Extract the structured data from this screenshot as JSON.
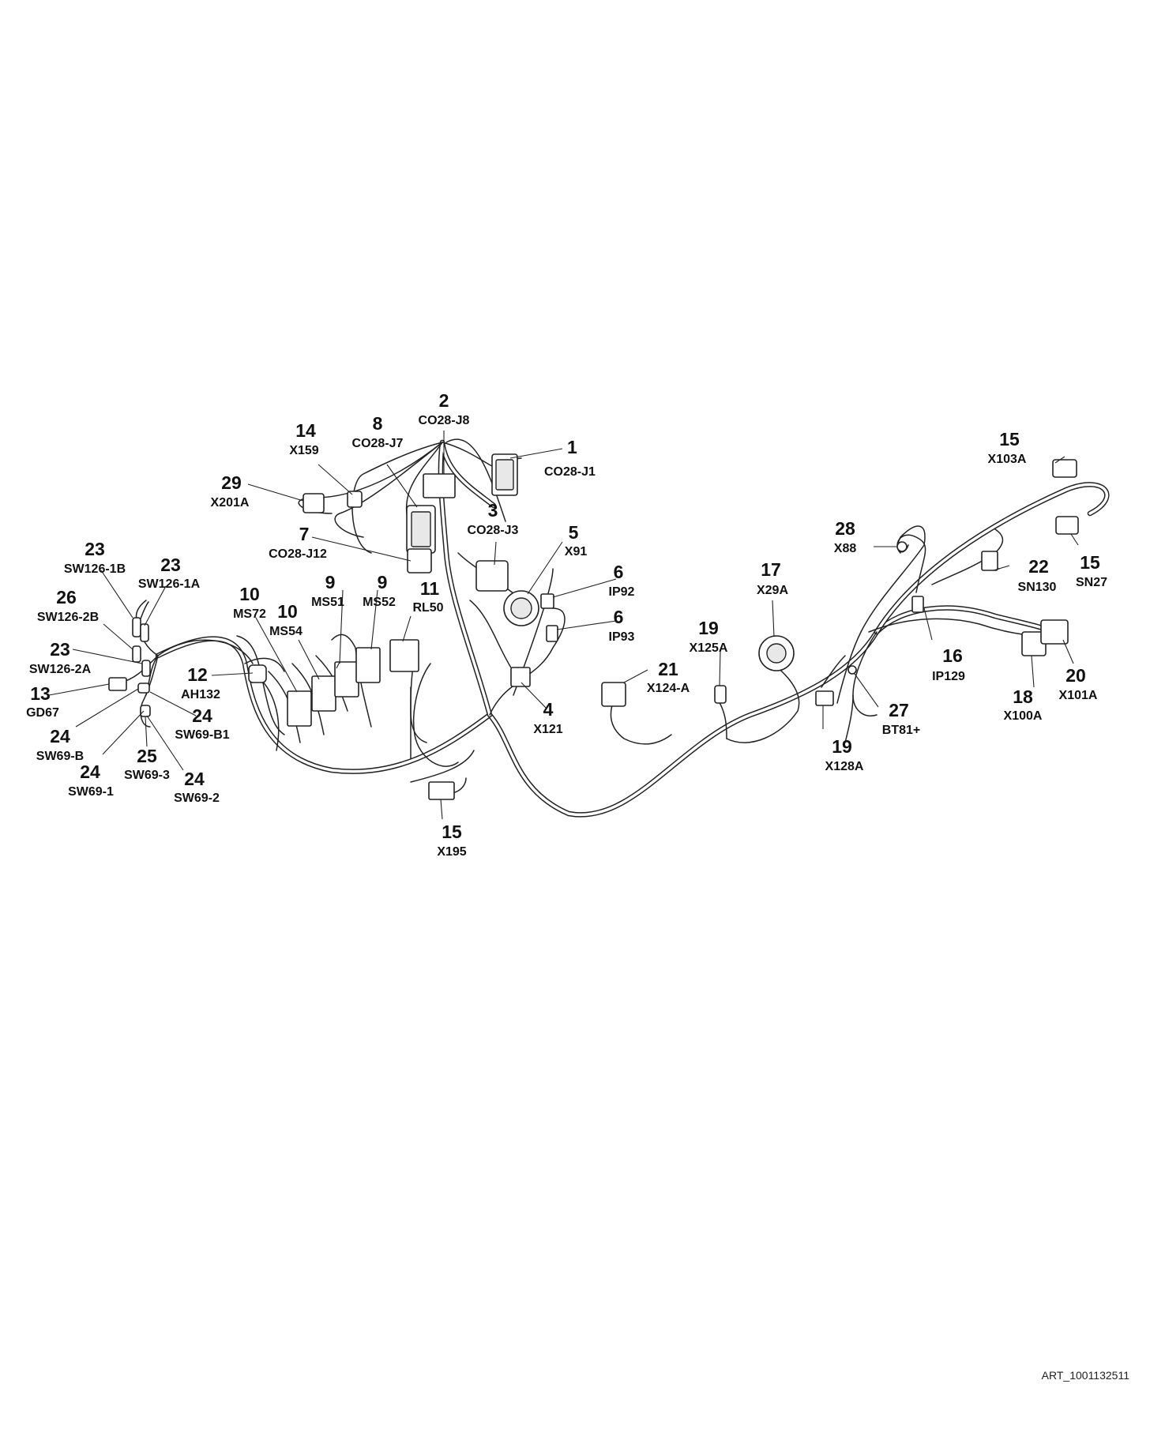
{
  "document": {
    "art_id": "ART_1001132511"
  },
  "callouts": [
    {
      "num": "1",
      "code": "CO28-J1"
    },
    {
      "num": "2",
      "code": "CO28-J8"
    },
    {
      "num": "3",
      "code": "CO28-J3"
    },
    {
      "num": "4",
      "code": "X121"
    },
    {
      "num": "5",
      "code": "X91"
    },
    {
      "num": "6",
      "code": "IP92"
    },
    {
      "num": "6",
      "code": "IP93"
    },
    {
      "num": "7",
      "code": "CO28-J12"
    },
    {
      "num": "8",
      "code": "CO28-J7"
    },
    {
      "num": "9",
      "code": "MS51"
    },
    {
      "num": "9",
      "code": "MS52"
    },
    {
      "num": "10",
      "code": "MS72"
    },
    {
      "num": "10",
      "code": "MS54"
    },
    {
      "num": "11",
      "code": "RL50"
    },
    {
      "num": "12",
      "code": "AH132"
    },
    {
      "num": "13",
      "code": "GD67"
    },
    {
      "num": "14",
      "code": "X159"
    },
    {
      "num": "15",
      "code": "X103A"
    },
    {
      "num": "15",
      "code": "SN27"
    },
    {
      "num": "15",
      "code": "X195"
    },
    {
      "num": "16",
      "code": "IP129"
    },
    {
      "num": "17",
      "code": "X29A"
    },
    {
      "num": "18",
      "code": "X100A"
    },
    {
      "num": "19",
      "code": "X125A"
    },
    {
      "num": "19",
      "code": "X128A"
    },
    {
      "num": "20",
      "code": "X101A"
    },
    {
      "num": "21",
      "code": "X124-A"
    },
    {
      "num": "22",
      "code": "SN130"
    },
    {
      "num": "23",
      "code": "SW126-1B"
    },
    {
      "num": "23",
      "code": "SW126-1A"
    },
    {
      "num": "23",
      "code": "SW126-2A"
    },
    {
      "num": "24",
      "code": "SW69-B1"
    },
    {
      "num": "24",
      "code": "SW69-B"
    },
    {
      "num": "24",
      "code": "SW69-1"
    },
    {
      "num": "24",
      "code": "SW69-2"
    },
    {
      "num": "25",
      "code": "SW69-3"
    },
    {
      "num": "26",
      "code": "SW126-2B"
    },
    {
      "num": "27",
      "code": "BT81+"
    },
    {
      "num": "28",
      "code": "X88"
    },
    {
      "num": "29",
      "code": "X201A"
    }
  ]
}
